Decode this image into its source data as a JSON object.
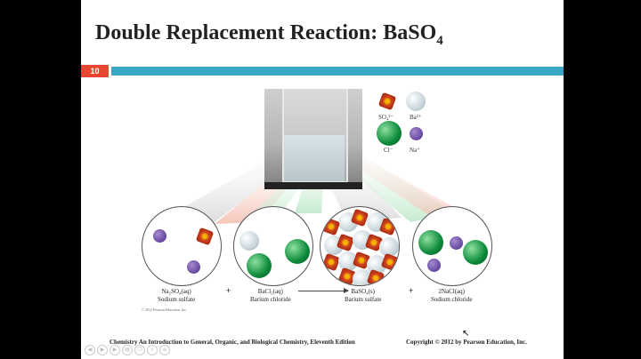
{
  "slide": {
    "title_main": "Double Replacement Reaction: BaSO",
    "title_subscript": "4",
    "slide_number": "10",
    "accent_colors": {
      "number_badge": "#e8462f",
      "rule": "#3aa7c4"
    }
  },
  "legend": {
    "sulfate": "SO₄²⁻",
    "barium": "Ba²⁺",
    "chloride": "Cl⁻",
    "sodium": "Na⁺"
  },
  "equation": {
    "reactant1_formula": "Na₂SO₄(aq)",
    "reactant1_name": "Sodium sulfate",
    "plus1": "+",
    "reactant2_formula": "BaCl₂(aq)",
    "reactant2_name": "Barium chloride",
    "product1_formula": "BaSO₄(s)",
    "product1_name": "Barium sulfate",
    "plus2": "+",
    "product2_formula": "2NaCl(aq)",
    "product2_name": "Sodium chloride",
    "figure_copyright": "© 2012 Pearson Education, Inc."
  },
  "footer": {
    "book": "Chemistry An Introduction to General, Organic, and Biological Chemistry, Eleventh Edition",
    "copyright": "Copyright © 2012 by Pearson Education, Inc."
  },
  "player_controls": [
    "back-icon",
    "play-icon",
    "forward-icon",
    "pages-icon",
    "copy-icon",
    "search-icon",
    "list-icon"
  ]
}
